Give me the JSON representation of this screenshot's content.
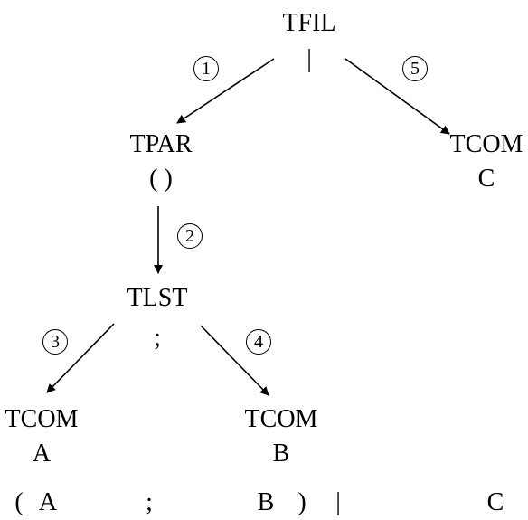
{
  "nodes": {
    "tfil": {
      "type": "TFIL",
      "value": "|"
    },
    "tpar": {
      "type": "TPAR",
      "value": "( )"
    },
    "tcom_c": {
      "type": "TCOM",
      "value": "C"
    },
    "tlst": {
      "type": "TLST",
      "value": ";"
    },
    "tcom_a": {
      "type": "TCOM",
      "value": "A"
    },
    "tcom_b": {
      "type": "TCOM",
      "value": "B"
    }
  },
  "steps": [
    "1",
    "2",
    "3",
    "4",
    "5"
  ],
  "expression": [
    "(",
    "A",
    ";",
    "B",
    ")",
    "|",
    "C"
  ]
}
